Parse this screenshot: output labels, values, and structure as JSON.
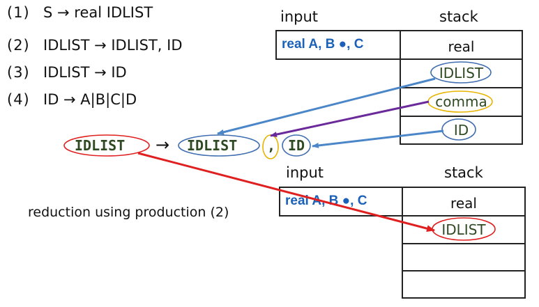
{
  "productions": [
    {
      "num": "(1)",
      "text": "S → real IDLIST"
    },
    {
      "num": "(2)",
      "text": "IDLIST → IDLIST,  ID"
    },
    {
      "num": "(3)",
      "text": "IDLIST → ID"
    },
    {
      "num": "(4)",
      "text": "ID → A|B|C|D"
    }
  ],
  "top_table": {
    "input_header": "input",
    "stack_header": "stack",
    "input_value": "real A, B ●, C",
    "stack_rows": [
      "real",
      "IDLIST",
      "comma",
      "ID",
      ""
    ]
  },
  "rule_line": {
    "lhs": "IDLIST",
    "arrow": "→",
    "rhs1": "IDLIST",
    "comma": ",",
    "rhs2": "ID"
  },
  "bottom_table": {
    "input_header": "input",
    "stack_header": "stack",
    "input_value": "real A, B ●, C",
    "stack_rows": [
      "real",
      "IDLIST",
      "",
      ""
    ]
  },
  "caption": "reduction using production (2)",
  "colors": {
    "input_text": "#1b61b8",
    "blue_ellipse": "#3f6db0",
    "blue_arrow": "#4a86c8",
    "purple_arrow": "#6a2a9a",
    "yellow_ellipse": "#e8b400",
    "red": "#e02020",
    "symbol_text": "#2f4a22"
  }
}
